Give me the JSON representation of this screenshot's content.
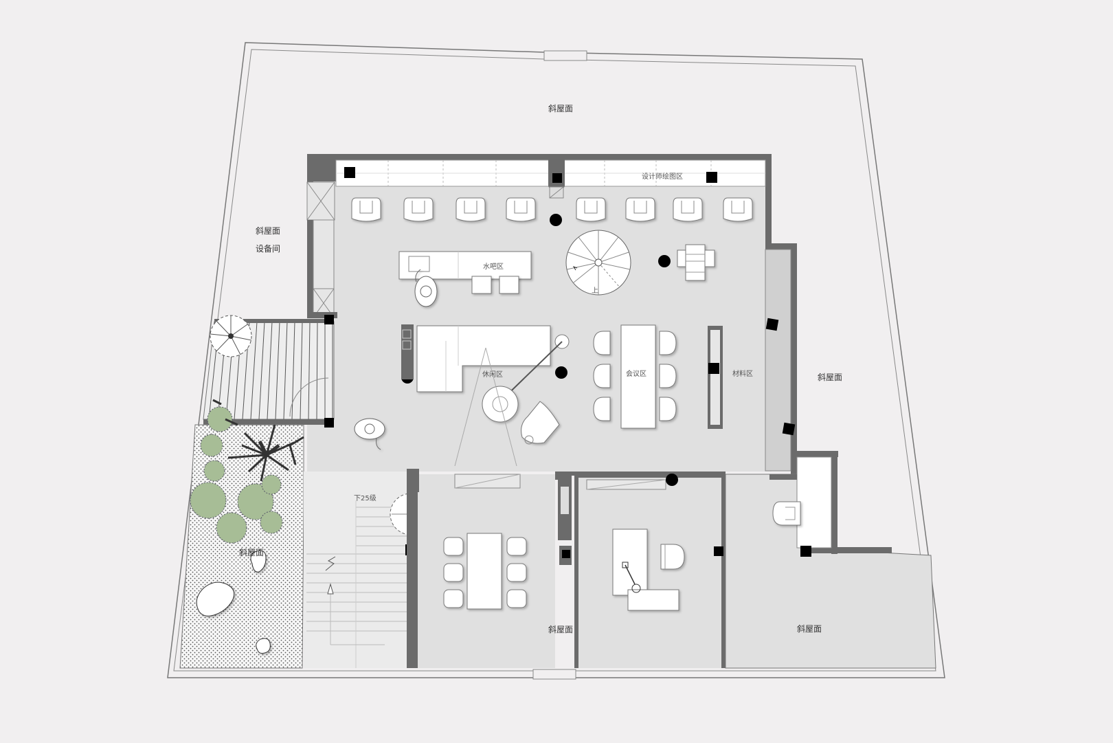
{
  "labels": {
    "slope_roof_top": "斜屋面",
    "slope_roof_left": "斜屋面",
    "equipment_room": "设备间",
    "designer_area": "设计师绘图区",
    "water_bar": "水吧区",
    "leisure_area": "休闲区",
    "meeting_area": "会议区",
    "material_area": "材料区",
    "slope_roof_right": "斜屋面",
    "stairs_up": "上",
    "stairs_down": "下25级",
    "slope_roof_garden": "斜屋面",
    "slope_roof_bottom_mid": "斜屋面",
    "slope_roof_bottom_right": "斜屋面"
  },
  "colors": {
    "background": "#f1eff0",
    "wall": "#6b6b6b",
    "room_floor": "#e0e0e0",
    "light_floor": "#ebebeb",
    "furniture": "#ffffff",
    "column": "#000000",
    "tree_green": "#a7bd96",
    "tree_branch": "#333333"
  },
  "icons": {
    "tree": "tree-icon",
    "spiral_stair": "spiral-stair-icon",
    "person": "person-icon",
    "chair": "chair-icon"
  }
}
